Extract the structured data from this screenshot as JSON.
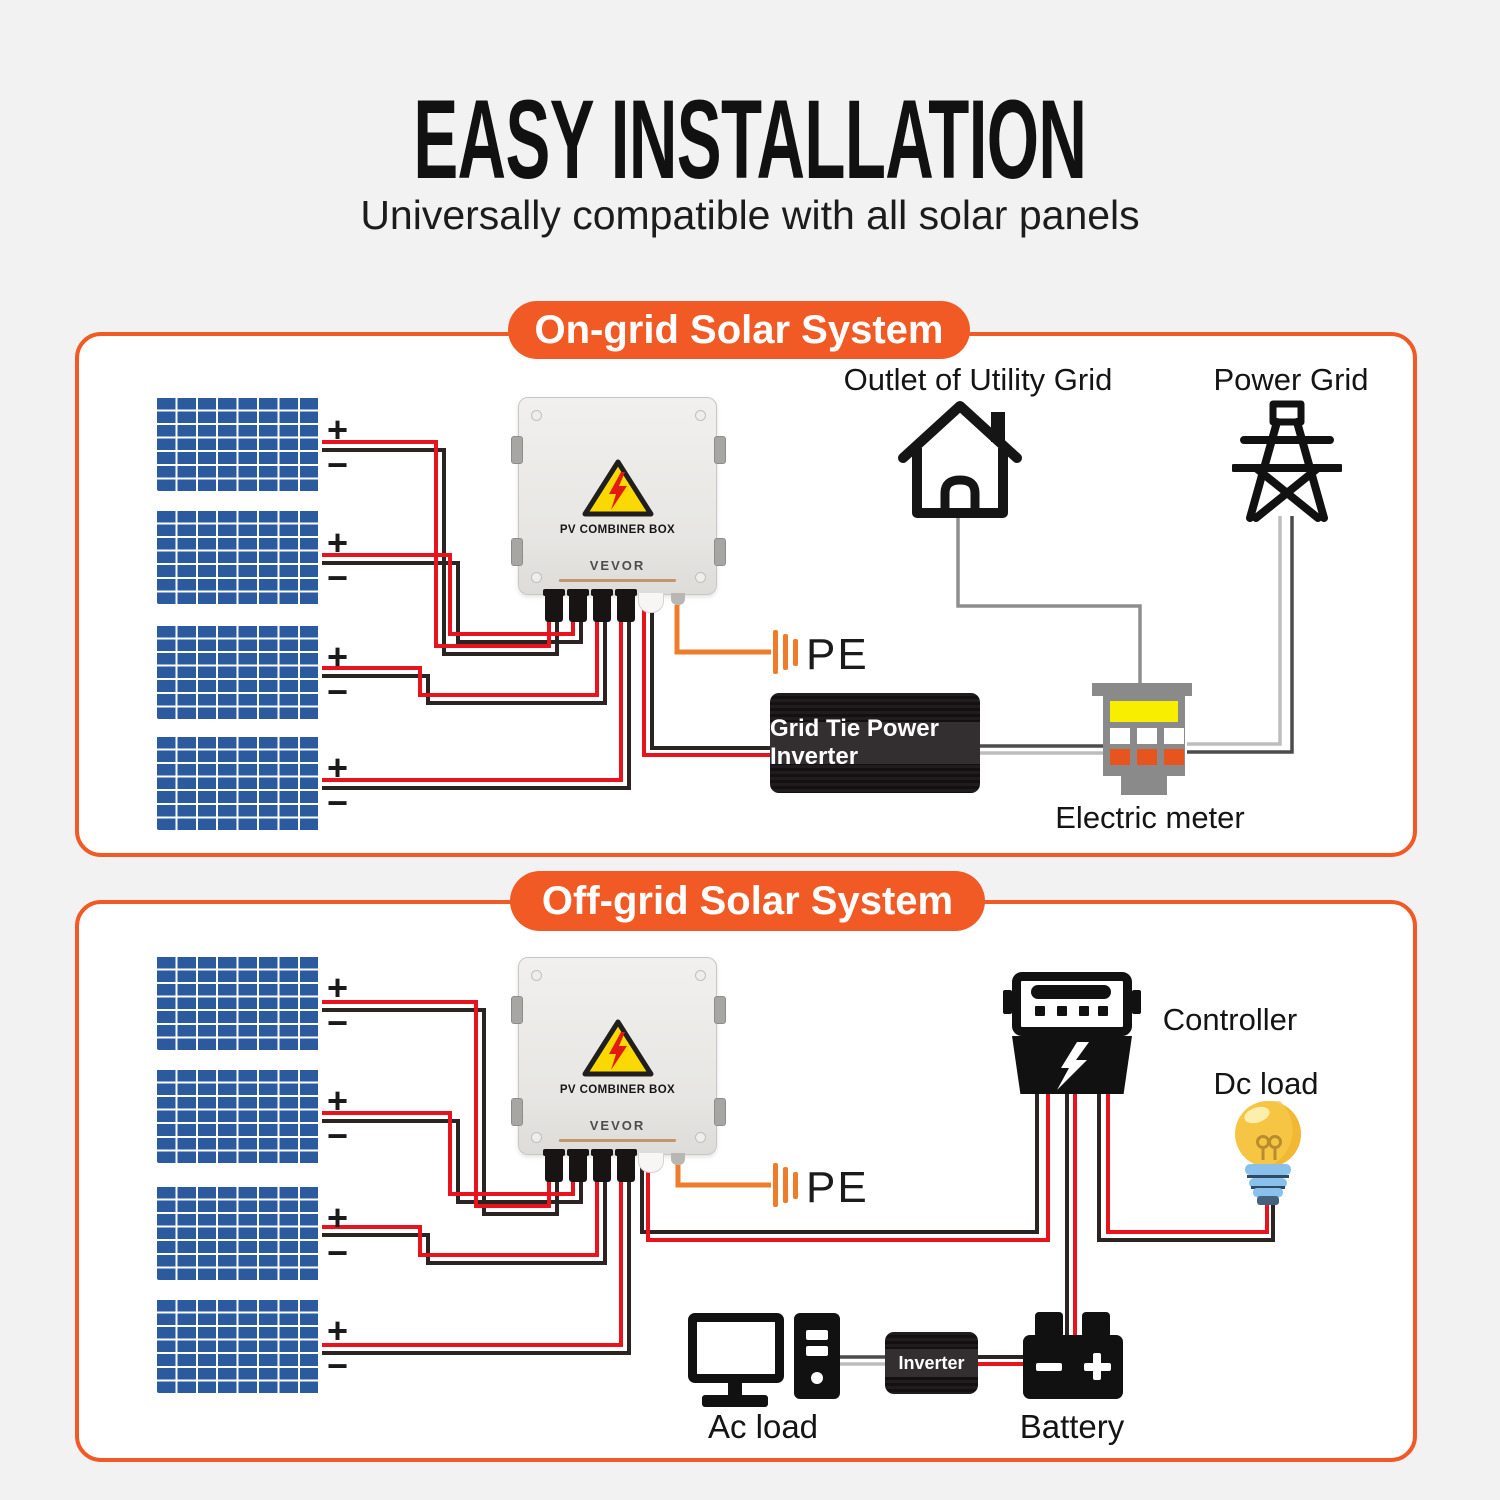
{
  "colors": {
    "accent": "#f15a24",
    "wire-red": "#e8131d",
    "wire-black": "#2b2423",
    "wire-orange": "#ee7c28",
    "wire-gray": "#8e8e8e",
    "wire-gray-light": "#bdbdbd",
    "wire-gray-dark": "#4c4c4c",
    "panel-blue": "#2b5a9f",
    "meter-yellow": "#f7ee00",
    "meter-orange": "#e8541d",
    "meter-gray": "#8a8a8a"
  },
  "header": {
    "title": "EASY INSTALLATION",
    "subtitle": "Universally compatible with all solar panels"
  },
  "panel": {
    "plus": "+",
    "minus": "−"
  },
  "combiner": {
    "name": "PV COMBINER BOX",
    "brand": "VEVOR"
  },
  "ongrid": {
    "header": "On-grid Solar System",
    "utility_label": "Outlet of Utility Grid",
    "power_grid_label": "Power Grid",
    "pe_label": "PE",
    "inverter_label": "Grid Tie Power Inverter",
    "meter_label": "Electric meter"
  },
  "offgrid": {
    "header": "Off-grid Solar System",
    "controller_label": "Controller",
    "dc_load_label": "Dc load",
    "pe_label": "PE",
    "inverter_label": "Inverter",
    "ac_load_label": "Ac load",
    "battery_label": "Battery"
  }
}
